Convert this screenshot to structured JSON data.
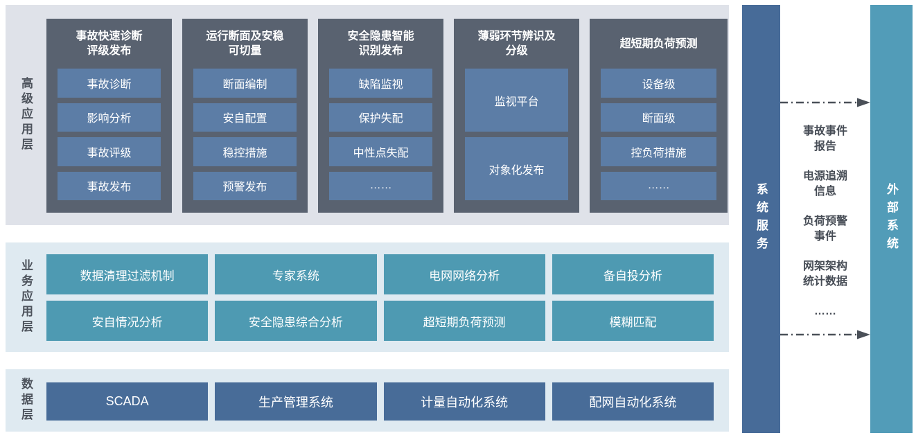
{
  "advanced_layer": {
    "label": "高级应用层",
    "groups": [
      {
        "title": "事故快速诊断\n评级发布",
        "items": [
          "事故诊断",
          "影响分析",
          "事故评级",
          "事故发布"
        ]
      },
      {
        "title": "运行断面及安稳\n可切量",
        "items": [
          "断面编制",
          "安自配置",
          "稳控措施",
          "预警发布"
        ]
      },
      {
        "title": "安全隐患智能\n识别发布",
        "items": [
          "缺陷监视",
          "保护失配",
          "中性点失配",
          "……"
        ]
      },
      {
        "title": "薄弱环节辨识及\n分级",
        "items": [
          "监视平台",
          "对象化发布"
        ]
      },
      {
        "title": "超短期负荷预测",
        "items": [
          "设备级",
          "断面级",
          "控负荷措施",
          "……"
        ]
      }
    ]
  },
  "business_layer": {
    "label": "业务应用层",
    "items": [
      "数据清理过滤机制",
      "专家系统",
      "电网网络分析",
      "备自投分析",
      "安自情况分析",
      "安全隐患综合分析",
      "超短期负荷预测",
      "模糊匹配"
    ]
  },
  "data_layer": {
    "label": "数据层",
    "items": [
      "SCADA",
      "生产管理系统",
      "计量自动化系统",
      "配网自动化系统"
    ]
  },
  "system_service_bar": {
    "label": "系统服务"
  },
  "external_system_bar": {
    "label": "外部系统"
  },
  "data_flow": {
    "items": [
      "事故事件\n报告",
      "电源追溯\n信息",
      "负荷预警\n事件",
      "网架架构\n统计数据",
      "……"
    ]
  },
  "colors": {
    "advanced_layer_bg": "#dfe2e9",
    "business_layer_bg": "#dfeaf1",
    "data_layer_bg": "#dfeaf1",
    "group_box": "#596270",
    "group_item": "#5c7da6",
    "business_box": "#4e9ab2",
    "data_box": "#486c98",
    "system_service_bar": "#476b98",
    "external_system_bar": "#529cb8",
    "arrow": "#4a5058",
    "layer_label_text": "#4d535c",
    "flow_text": "#474d56"
  }
}
